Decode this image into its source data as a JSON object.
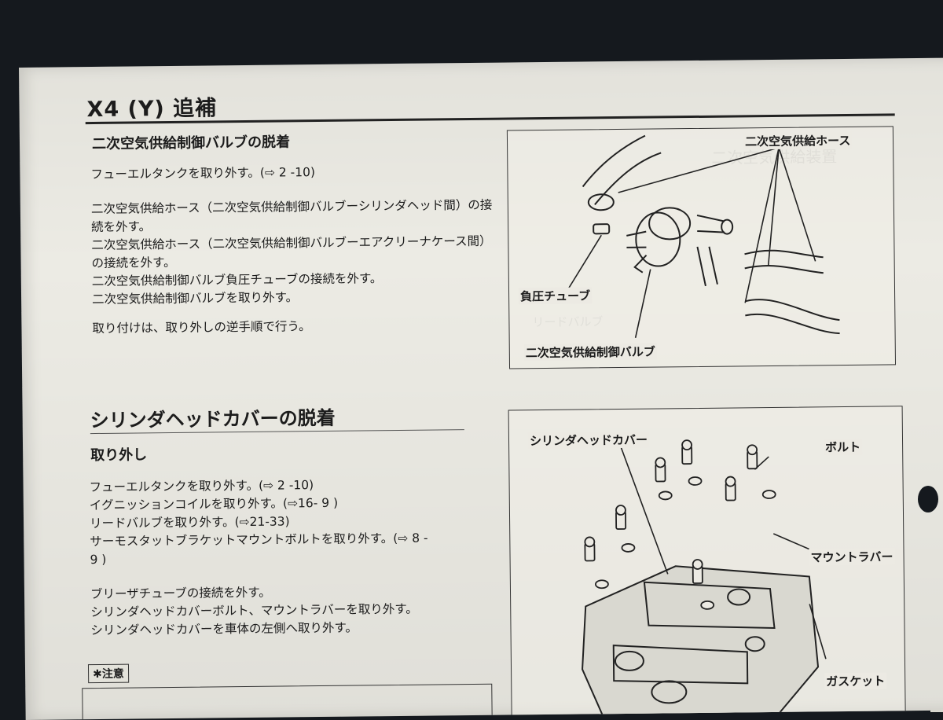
{
  "header": {
    "title": "X4 (Y) 追補"
  },
  "section1": {
    "title": "二次空気供給制御バルブの脱着",
    "line1": "フューエルタンクを取り外す。(⇨ 2 -10)",
    "steps": "二次空気供給ホース（二次空気供給制御バルブーシリンダヘッド間）の接続を外す。\n二次空気供給ホース（二次空気供給制御バルブーエアクリーナケース間）の接続を外す。\n二次空気供給制御バルブ負圧チューブの接続を外す。\n二次空気供給制御バルブを取り外す。",
    "install": "取り付けは、取り外しの逆手順で行う。"
  },
  "diagram1": {
    "label_hose": "二次空気供給ホース",
    "label_tube": "負圧チューブ",
    "label_valve": "二次空気供給制御バルブ"
  },
  "section2": {
    "title": "シリンダヘッドカバーの脱着",
    "subtitle": "取り外し",
    "steps1": "フューエルタンクを取り外す。(⇨ 2 -10)\nイグニッションコイルを取り外す。(⇨16- 9 )\nリードバルブを取り外す。(⇨21-33)\nサーモスタットブラケットマウントボルトを取り外す。(⇨ 8 -\n9 )",
    "steps2": "ブリーザチューブの接続を外す。\nシリンダヘッドカバーボルト、マウントラバーを取り外す。\nシリンダヘッドカバーを車体の左側へ取り外す。",
    "caution": "注意"
  },
  "diagram2": {
    "label_cover": "シリンダヘッドカバー",
    "label_bolt": "ボルト",
    "label_rubber": "マウントラバー",
    "label_gasket": "ガスケット"
  }
}
